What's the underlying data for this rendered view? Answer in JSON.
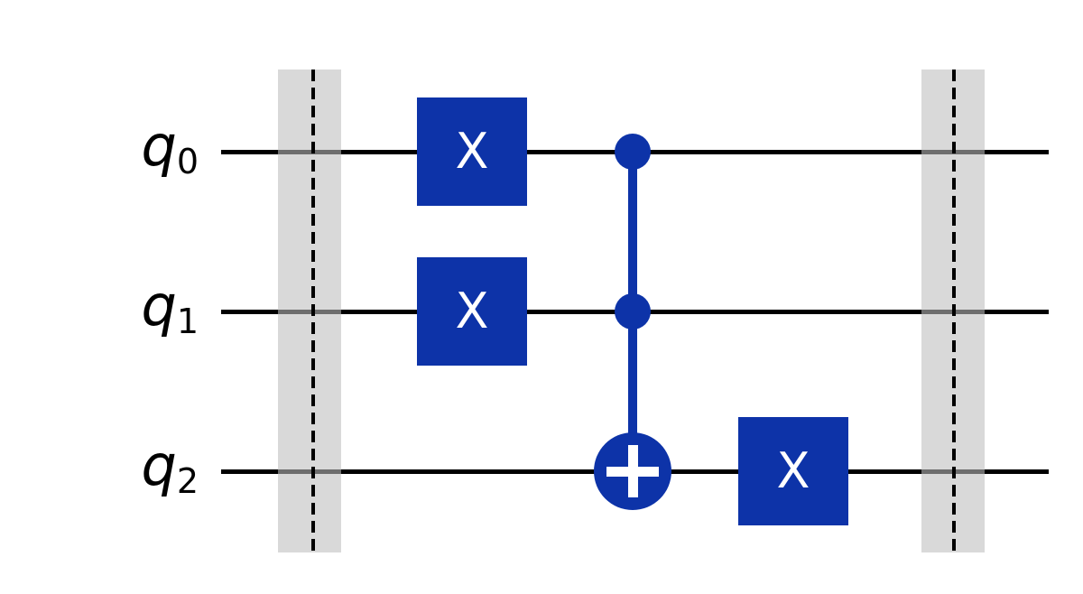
{
  "circuit": {
    "background": "#ffffff",
    "qubits": [
      {
        "name": "q",
        "index": "0"
      },
      {
        "name": "q",
        "index": "1"
      },
      {
        "name": "q",
        "index": "2"
      }
    ],
    "gates": [
      {
        "type": "barrier",
        "position": "start",
        "qubits": [
          "q0",
          "q1",
          "q2"
        ]
      },
      {
        "type": "x",
        "label": "X",
        "qubit": "q0"
      },
      {
        "type": "x",
        "label": "X",
        "qubit": "q1"
      },
      {
        "type": "ccx",
        "symbol": "plus-in-circle",
        "controls": [
          "q0",
          "q1"
        ],
        "target": "q2"
      },
      {
        "type": "x",
        "label": "X",
        "qubit": "q2"
      },
      {
        "type": "barrier",
        "position": "end",
        "qubits": [
          "q0",
          "q1",
          "q2"
        ]
      }
    ],
    "colors": {
      "background": "#ffffff",
      "gate_fill": "#0d33a8",
      "gate_label": "#ffffff",
      "wire": "#000000",
      "qubit_label": "#000000",
      "barrier_band": "#bdbdbd",
      "barrier_line": "#000000"
    }
  }
}
